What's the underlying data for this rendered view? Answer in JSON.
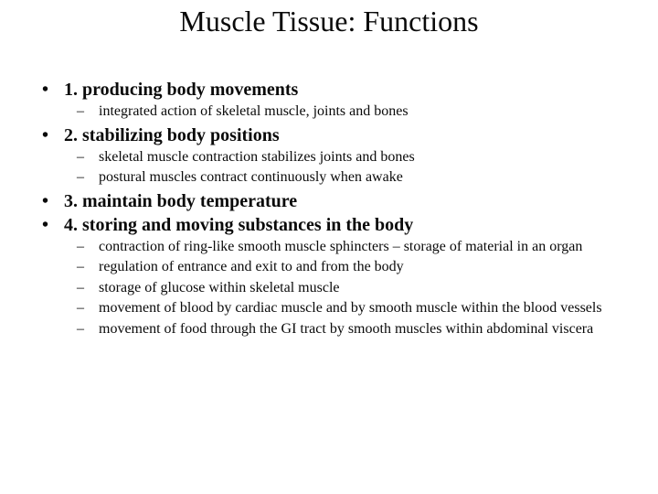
{
  "slide": {
    "title": "Muscle Tissue: Functions",
    "bullet_marker_level1": "•",
    "bullet_marker_level2": "–",
    "text_color": "#0a0a0a",
    "background_color": "#ffffff",
    "items": [
      {
        "level1": "1. producing body movements",
        "sub": [
          "integrated action of skeletal muscle, joints and bones"
        ]
      },
      {
        "level1": "2. stabilizing body positions",
        "sub": [
          "skeletal muscle contraction stabilizes joints and bones",
          "postural muscles contract continuously when awake"
        ]
      },
      {
        "level1": "3. maintain body temperature",
        "sub": []
      },
      {
        "level1": "4. storing and moving substances in the body",
        "sub": [
          "contraction of ring-like smooth muscle sphincters – storage of material in an organ",
          "regulation of entrance and exit to and from the body",
          "storage of glucose within skeletal muscle",
          "movement of blood by cardiac muscle and by smooth muscle within the blood vessels",
          "movement of food through the GI tract by smooth muscles within abdominal viscera"
        ]
      }
    ]
  }
}
